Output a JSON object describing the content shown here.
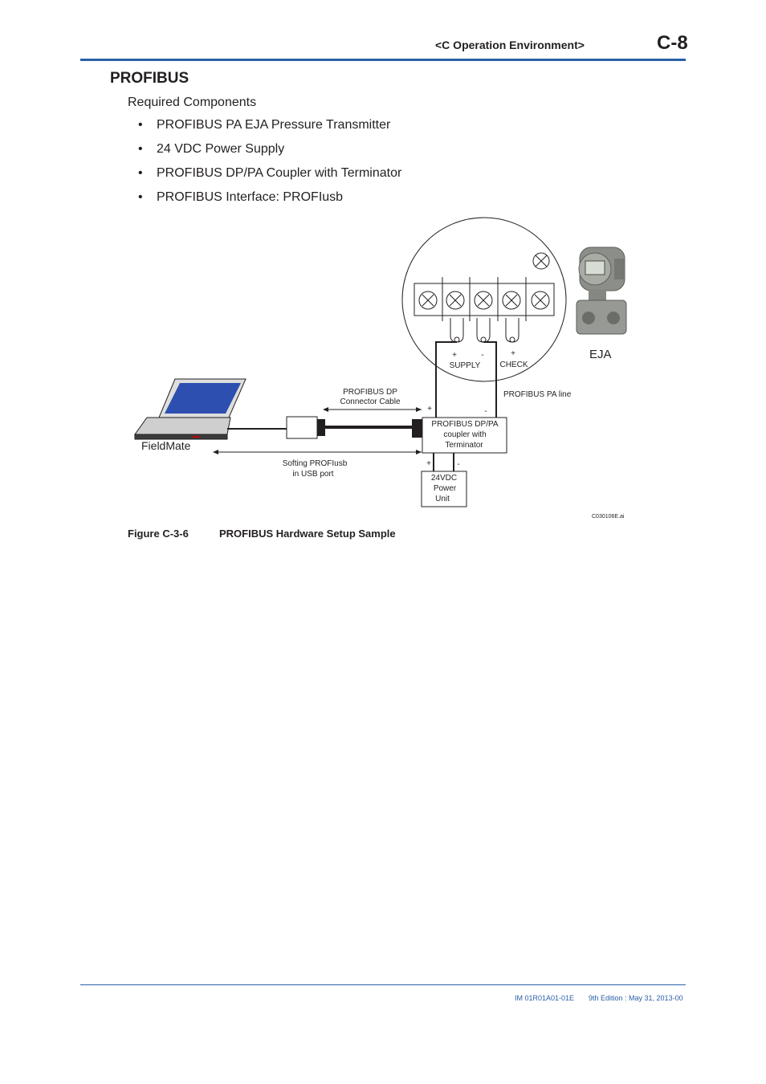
{
  "header": {
    "section": "<C  Operation Environment>",
    "page_number": "C-8"
  },
  "section_title": "PROFIBUS",
  "required_label": "Required Components",
  "components": [
    "PROFIBUS PA EJA Pressure Transmitter",
    "24 VDC Power Supply",
    "PROFIBUS DP/PA Coupler with Terminator",
    "PROFIBUS Interface: PROFIusb"
  ],
  "bullet_glyph": "•",
  "diagram": {
    "terminal_plus_supply": "+",
    "terminal_minus_supply": "-",
    "terminal_plus_check": "+",
    "supply_label": "SUPPLY",
    "check_label": "CHECK",
    "eja_label": "EJA",
    "dp_cable_line1": "PROFIBUS DP",
    "dp_cable_line2": "Connector Cable",
    "pa_line_label": "PROFIBUS PA line",
    "coupler_plus": "+",
    "coupler_minus": "-",
    "coupler_line1": "PROFIBUS DP/PA",
    "coupler_line2": "coupler with",
    "coupler_line3": "Terminator",
    "fieldmate_label": "FieldMate",
    "usb_line1": "Softing PROFIusb",
    "usb_line2": "in USB port",
    "power_plus": "+",
    "power_minus": "-",
    "power_line1": "24VDC",
    "power_line2": "Power",
    "power_line3": "Unit",
    "file_id": "C030106E.ai"
  },
  "caption": {
    "number": "Figure C-3-6",
    "text": "PROFIBUS Hardware Setup Sample"
  },
  "footer": {
    "doc_id": "IM 01R01A01-01E",
    "edition": "9th Edition : May 31, 2013-00"
  },
  "colors": {
    "accent_rule": "#2b5fa8",
    "laptop_screen": "#2d4fb0"
  }
}
